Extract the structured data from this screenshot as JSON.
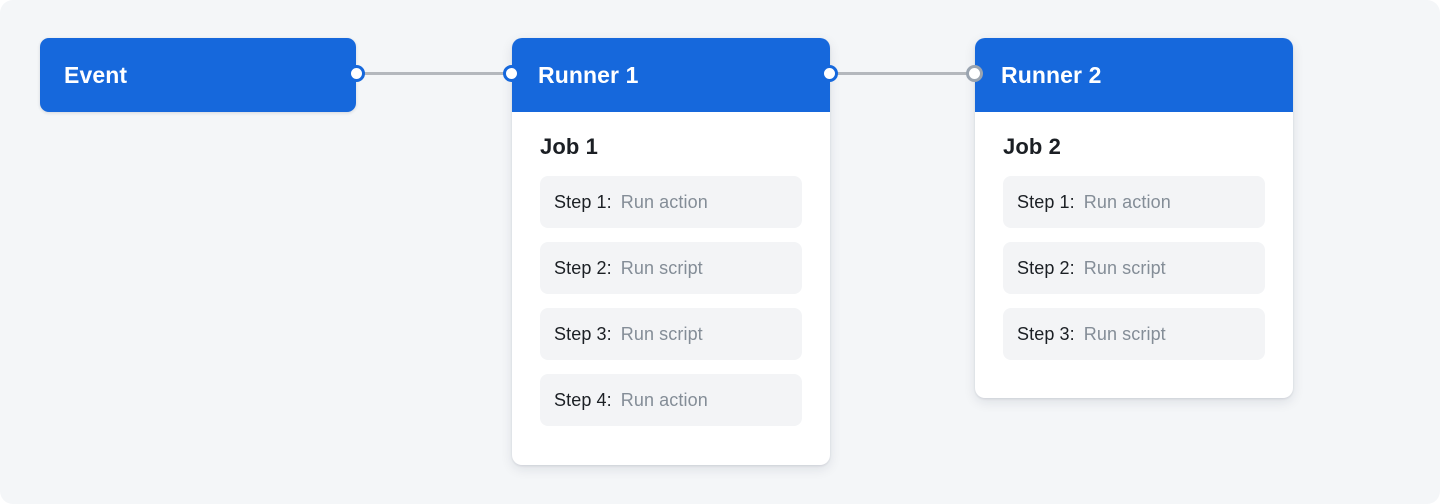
{
  "diagram": {
    "title": "GitHub Actions workflow runners diagram",
    "colors": {
      "canvas_background": "#f4f6f8",
      "node_blue": "#1668dc",
      "step_row_background": "#f3f4f6",
      "connector_line": "#b4b8bd",
      "connector_dot_fill": "#ffffff",
      "connector_dot_ring": "#1668dc",
      "heading_text": "#1b1f24",
      "muted_text": "#848d97"
    }
  },
  "event_node": {
    "label": "Event"
  },
  "connectors": [
    {
      "name": "event-to-runner-1",
      "from": "Event",
      "to": "Runner 1"
    },
    {
      "name": "runner-1-to-runner-2",
      "from": "Runner 1",
      "to": "Runner 2"
    }
  ],
  "runners": [
    {
      "title": "Runner 1",
      "job_title": "Job 1",
      "steps": [
        {
          "label": "Step 1:",
          "value": "Run action"
        },
        {
          "label": "Step 2:",
          "value": "Run script"
        },
        {
          "label": "Step 3:",
          "value": "Run script"
        },
        {
          "label": "Step 4:",
          "value": "Run action"
        }
      ]
    },
    {
      "title": "Runner 2",
      "job_title": "Job 2",
      "steps": [
        {
          "label": "Step 1:",
          "value": "Run action"
        },
        {
          "label": "Step 2:",
          "value": "Run script"
        },
        {
          "label": "Step 3:",
          "value": "Run script"
        }
      ]
    }
  ]
}
